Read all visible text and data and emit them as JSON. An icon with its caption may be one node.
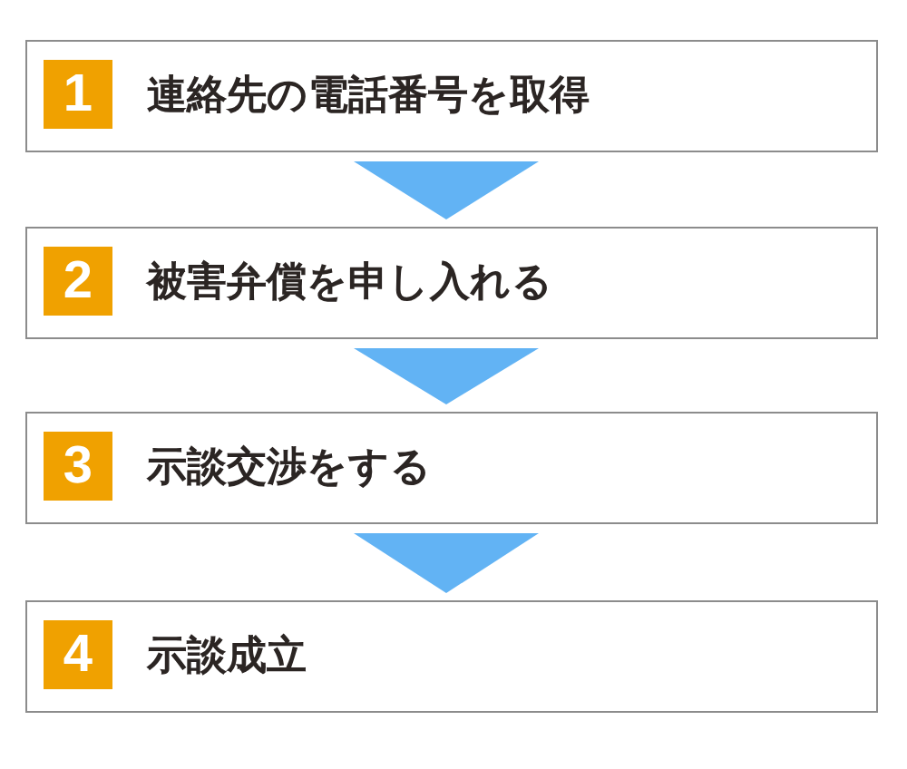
{
  "diagram": {
    "nodes": [
      {
        "text": [
          "連絡先の電話番号を取得"
        ]
      },
      {
        "text": [
          "1"
        ],
        "in": 0
      },
      {
        "text": [
          "被害弁償を申し入れる"
        ]
      },
      {
        "text": [
          "2"
        ],
        "in": 2
      },
      {
        "text": [
          "示談交渉をする"
        ]
      },
      {
        "text": [
          "3"
        ],
        "in": 4
      },
      {
        "text": [
          "示談成立"
        ]
      },
      {
        "text": [
          "4"
        ],
        "in": 6
      }
    ],
    "edges": [
      {
        "from": 0,
        "to": 2,
        "arrow": "to"
      },
      {
        "from": 2,
        "to": 4,
        "arrow": "to"
      },
      {
        "from": 4,
        "to": 6,
        "arrow": "to"
      }
    ]
  }
}
